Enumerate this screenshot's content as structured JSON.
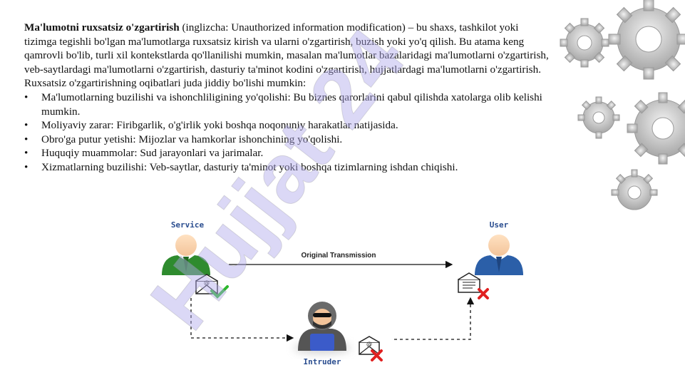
{
  "paragraph": {
    "term": "Ma'lumotni ruxsatsiz o'zgartirish",
    "definition": " (inglizcha: Unauthorized information modification) – bu shaxs, tashkilot yoki tizimga tegishli bo'lgan ma'lumotlarga ruxsatsiz kirish va ularni o'zgartirish, buzish yoki yo'q qilish. Bu atama keng qamrovli bo'lib, turli xil kontekstlarda qo'llanilishi mumkin, masalan ma'lumotlar bazalaridagi ma'lumotlarni o'zgartirish, veb-saytlardagi ma'lumotlarni o'zgartirish, dasturiy ta'minot kodini o'zgartirish, hujjatlardagi ma'lumotlarni o'zgartirish."
  },
  "consequences_intro": "Ruxsatsiz o'zgartirishning oqibatlari juda jiddiy bo'lishi mumkin:",
  "bullet_glyph": "•",
  "bullets": [
    "Ma'lumotlarning buzilishi va ishonchliligining yo'qolishi: Bu biznes qarorlarini qabul qilishda xatolarga olib kelishi mumkin.",
    "Moliyaviy zarar: Firibgarlik, o'g'irlik yoki boshqa noqonuniy harakatlar natijasida.",
    "Obro'ga putur yetishi: Mijozlar va hamkorlar ishonchining yo'qolishi.",
    "Huquqiy muammolar: Sud jarayonlari va jarimalar.",
    "Xizmatlarning buzilishi: Veb-saytlar, dasturiy ta'minot yoki boshqa tizimlarning ishdan chiqishi."
  ],
  "diagram": {
    "service_label": "Service",
    "user_label": "User",
    "intruder_label": "Intruder",
    "transmission_label": "Original Transmission",
    "envelope_glyph": "@",
    "colors": {
      "service": "#2e8b2e",
      "user": "#2b5fa8",
      "intruder_body": "#3b5bc9",
      "check": "#2eb82e",
      "cross": "#e02020",
      "label": "#2a4d8f"
    }
  },
  "watermark": {
    "text": "Hujjat 24",
    "color": "#b0a8ea"
  }
}
